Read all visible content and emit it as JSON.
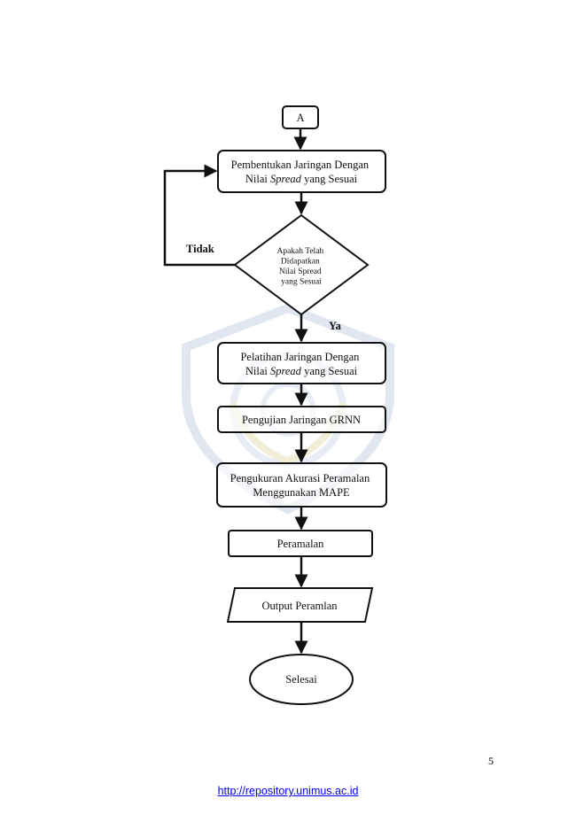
{
  "diagram": {
    "connector_label": "A",
    "step_formation": [
      "Pembentukan Jaringan Dengan",
      "Nilai ",
      "Spread",
      " yang Sesuai"
    ],
    "decision": [
      "Apakah Telah",
      "Didapatkan",
      "Nilai Spread",
      "yang Sesuai"
    ],
    "no_label": "Tidak",
    "yes_label": "Ya",
    "step_training": [
      "Pelatihan Jaringan Dengan",
      "Nilai ",
      "Spread",
      " yang Sesuai"
    ],
    "step_testing": "Pengujian Jaringan GRNN",
    "step_accuracy": [
      "Pengukuran Akurasi Peramalan",
      "Menggunakan MAPE"
    ],
    "step_forecast": "Peramalan",
    "output": "Output Peramlan",
    "end": "Selesai"
  },
  "page_number": "5",
  "footer_link": "http://repository.unimus.ac.id",
  "colors": {
    "watermark": "#c9d4e6",
    "link": "#0000ee"
  }
}
